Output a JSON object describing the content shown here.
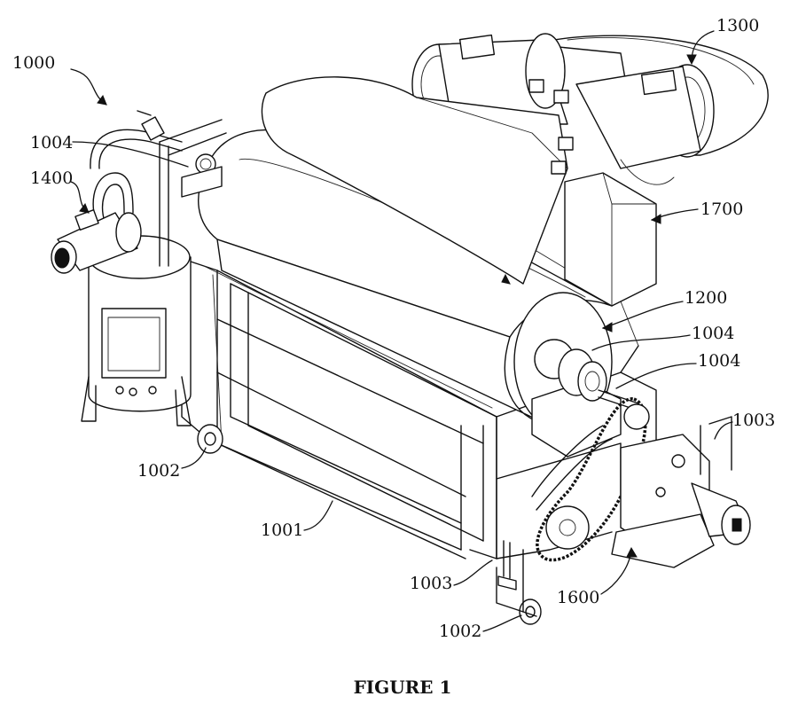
{
  "figure": {
    "caption": "FIGURE 1",
    "reference_numerals": {
      "r1000": "1000",
      "r1300": "1300",
      "r1004a": "1004",
      "r1400": "1400",
      "r1700": "1700",
      "r1200": "1200",
      "r1004b": "1004",
      "r1004c": "1004",
      "r1003a": "1003",
      "r1002a": "1002",
      "r1001": "1001",
      "r1003b": "1003",
      "r1600": "1600",
      "r1002b": "1002"
    }
  }
}
